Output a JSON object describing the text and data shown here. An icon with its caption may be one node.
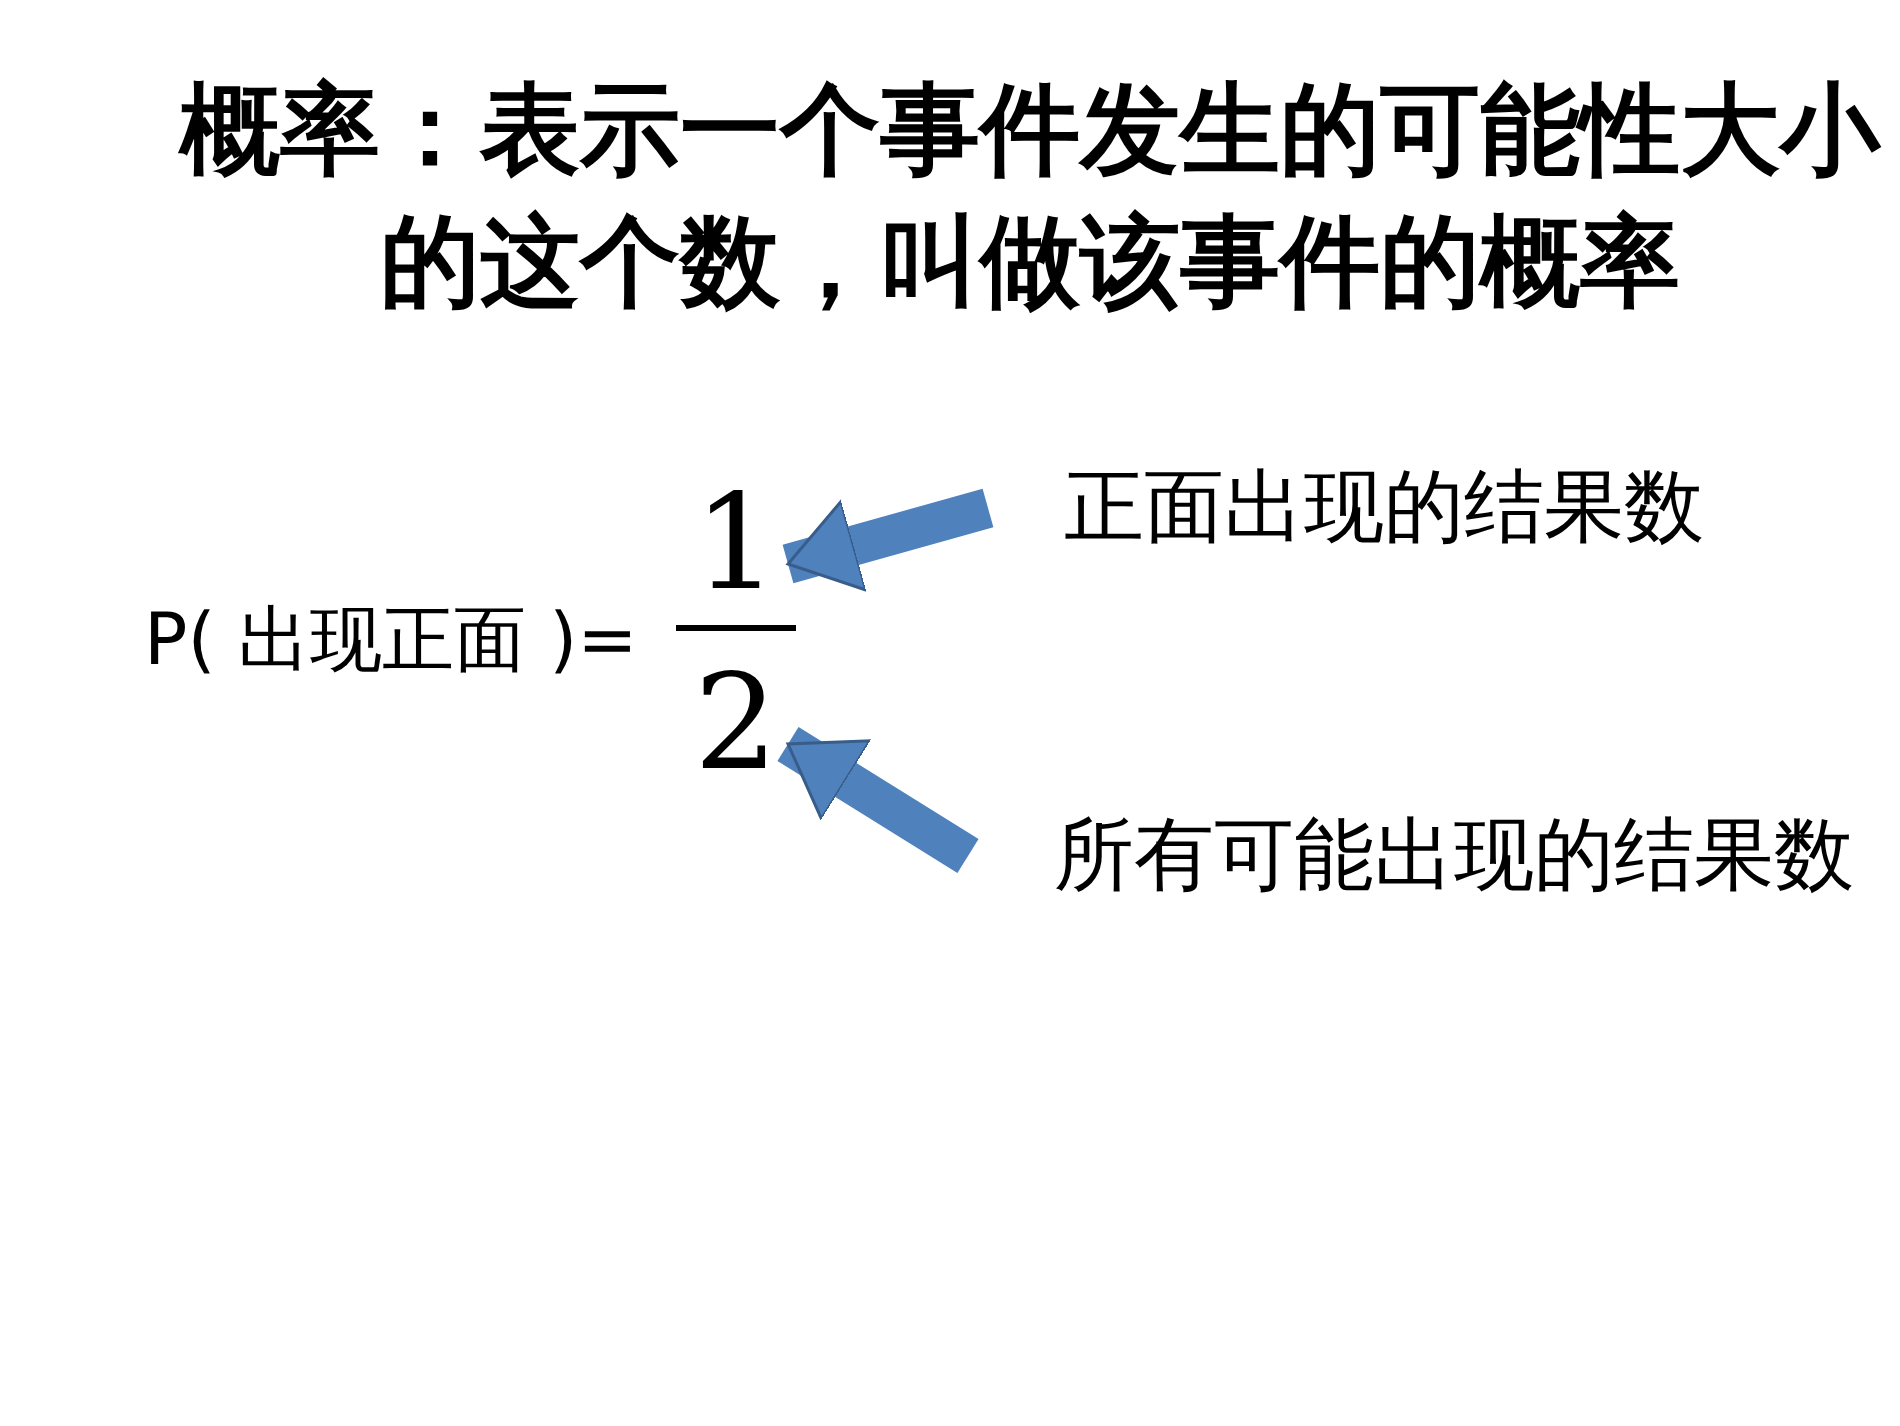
{
  "diagram": {
    "title": "概率：表示一个事件发生的可能性大小的这个数，叫做该事件的概率",
    "nodes": [
      {
        "text": [
          "1"
        ]
      },
      {
        "text": [
          "2"
        ]
      },
      {
        "text": [
          "正面出现的结果数"
        ]
      },
      {
        "text": [
          "所有可能出现的结果数"
        ]
      }
    ],
    "edges": [
      {
        "from": 2,
        "to": 0,
        "arrow": "to"
      },
      {
        "from": 3,
        "to": 1,
        "arrow": "to"
      }
    ],
    "labels": [
      "P( 出现正面 )="
    ]
  }
}
